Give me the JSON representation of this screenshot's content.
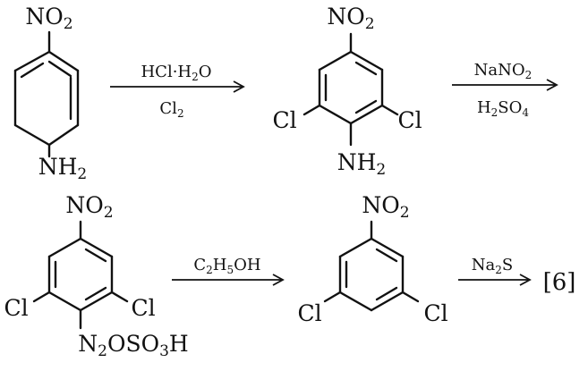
{
  "compounds": [
    {
      "name": "4-nitroaniline",
      "top_group": {
        "main": "NO",
        "sub": "2"
      },
      "bottom_group": {
        "main": "NH",
        "sub": "2"
      }
    },
    {
      "name": "2,6-dichloro-4-nitroaniline",
      "top_group": {
        "main": "NO",
        "sub": "2"
      },
      "left_sub": "Cl",
      "right_sub": "Cl",
      "bottom_group": {
        "main": "NH",
        "sub": "2"
      }
    },
    {
      "name": "2,6-dichloro-4-nitrobenzenediazonium hydrogen sulfate",
      "top_group": {
        "main": "NO",
        "sub": "2"
      },
      "left_sub": "Cl",
      "right_sub": "Cl",
      "bottom_group": {
        "p1": "N",
        "s1": "2",
        "p2": "OSO",
        "s2": "3",
        "p3": "H"
      }
    },
    {
      "name": "3,5-dichloronitrobenzene",
      "top_group": {
        "main": "NO",
        "sub": "2"
      },
      "left_sub": "Cl",
      "right_sub": "Cl"
    }
  ],
  "arrows": [
    {
      "above": {
        "p1": "HCl·H",
        "s1": "2",
        "p2": "O"
      },
      "below": {
        "p1": "Cl",
        "s1": "2"
      }
    },
    {
      "above": {
        "p1": "NaNO",
        "s1": "2"
      },
      "below": {
        "p1": "H",
        "s1": "2",
        "p2": "SO",
        "s2": "4"
      }
    },
    {
      "above": {
        "p1": "C",
        "s1": "2",
        "p2": "H",
        "s2": "5",
        "p3": "OH"
      }
    },
    {
      "above": {
        "p1": "Na",
        "s1": "2",
        "p2": "S"
      }
    }
  ],
  "reference": "[6]"
}
